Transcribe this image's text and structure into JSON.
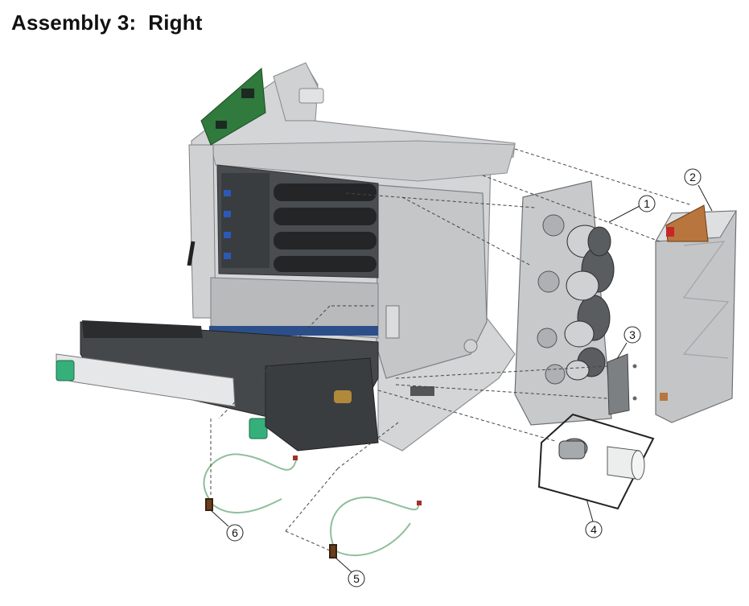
{
  "title": "Assembly 3:  Right",
  "callouts": [
    "1",
    "2",
    "3",
    "4",
    "5",
    "6"
  ],
  "colors": {
    "frame": "#bfc2c4",
    "frame_dark": "#7d8083",
    "board": "#2f7a3c",
    "tray_green": "#35b07a",
    "leader": "#333333",
    "watermark": "#e8a04a"
  }
}
